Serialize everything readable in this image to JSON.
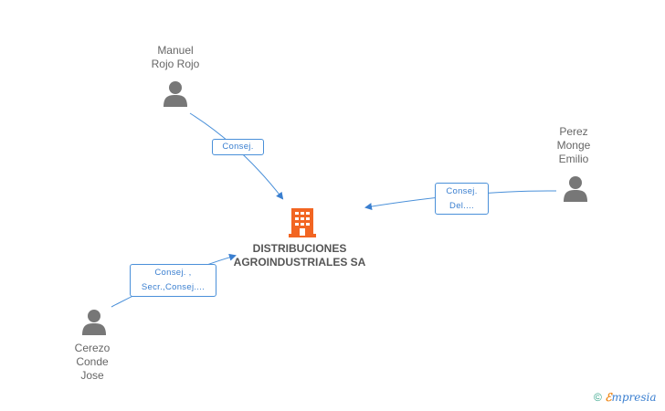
{
  "company": {
    "name_line1": "DISTRIBUCIONES",
    "name_line2": "AGROINDUSTRIALES SA",
    "icon": "building-icon",
    "color": "#f26522"
  },
  "people": [
    {
      "id": "manuel",
      "lines": [
        "Manuel",
        "Rojo Rojo"
      ],
      "icon": "person-icon"
    },
    {
      "id": "perez",
      "lines": [
        "Perez",
        "Monge",
        "Emilio"
      ],
      "icon": "person-icon"
    },
    {
      "id": "cerezo",
      "lines": [
        "Cerezo",
        "Conde",
        "Jose"
      ],
      "icon": "person-icon"
    }
  ],
  "relations": [
    {
      "from": "manuel",
      "lines": [
        "Consej."
      ]
    },
    {
      "from": "perez",
      "lines": [
        "Consej.",
        "Del...."
      ]
    },
    {
      "from": "cerezo",
      "lines": [
        "Consej. ,",
        "Secr.,Consej...."
      ]
    }
  ],
  "footer": {
    "copyright": "©",
    "brand_e": "ℰ",
    "brand_rest": "mpresia"
  },
  "colors": {
    "edge": "#4a90d9",
    "person": "#777777",
    "company": "#f26522"
  }
}
